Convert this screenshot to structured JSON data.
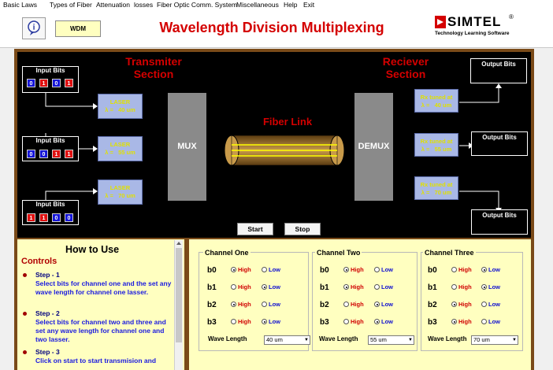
{
  "menu": [
    "Basic Laws",
    "Types of Fiber",
    "Attenuation",
    "losses",
    "Fiber Optic Comm. System",
    "Miscellaneous",
    "Help",
    "Exit"
  ],
  "header": {
    "wdm_label": "WDM",
    "title": "Wavelength Division Multiplexing",
    "logo_text": "SIMTEL",
    "logo_tagline": "Technology Learning Software",
    "logo_mark": "®"
  },
  "transmitter": {
    "section_label": "Transmiter\nSection",
    "input_title": "Input Bits",
    "channels": [
      {
        "bits": [
          "0",
          "1",
          "0",
          "1"
        ],
        "laser_label": "LASER",
        "lambda_text": "λ =   40 um"
      },
      {
        "bits": [
          "0",
          "0",
          "1",
          "1"
        ],
        "laser_label": "LASER",
        "lambda_text": "λ =   55 um"
      },
      {
        "bits": [
          "1",
          "1",
          "0",
          "0"
        ],
        "laser_label": "LASER",
        "lambda_text": "λ =   70 um"
      }
    ]
  },
  "mux_label": "MUX",
  "fiber_label": "Fiber Link",
  "demux_label": "DEMUX",
  "receiver": {
    "section_label": "Reciever\nSection",
    "output_title": "Output Bits",
    "channels": [
      {
        "rx_label": "Rx tuned at",
        "lambda_text": "λ =   40 um"
      },
      {
        "rx_label": "Rx tuned at",
        "lambda_text": "λ =   55 um"
      },
      {
        "rx_label": "Rx tuned at",
        "lambda_text": "λ =   70 um"
      }
    ]
  },
  "buttons": {
    "start": "Start",
    "stop": "Stop"
  },
  "howto": {
    "title": "How to Use",
    "controls_label": "Controls",
    "steps": [
      {
        "head": "Step - 1",
        "text": "Select bits for channel one and the set any wave length for channel one lasser."
      },
      {
        "head": "Step - 2",
        "text": "Select bits for channel two and three and set any wave length for channel one and two lasser."
      },
      {
        "head": "Step - 3",
        "text": "Click on start to start transmision and"
      }
    ]
  },
  "channel_settings": {
    "high_label": "High",
    "low_label": "Low",
    "wave_length_label": "Wave Length",
    "channels": [
      {
        "title": "Channel One",
        "bits": [
          {
            "name": "b0",
            "value": "High"
          },
          {
            "name": "b1",
            "value": "Low"
          },
          {
            "name": "b2",
            "value": "High"
          },
          {
            "name": "b3",
            "value": "Low"
          }
        ],
        "wavelength": "40 um"
      },
      {
        "title": "Channel Two",
        "bits": [
          {
            "name": "b0",
            "value": "High"
          },
          {
            "name": "b1",
            "value": "High"
          },
          {
            "name": "b2",
            "value": "Low"
          },
          {
            "name": "b3",
            "value": "Low"
          }
        ],
        "wavelength": "55 um"
      },
      {
        "title": "Channel Three",
        "bits": [
          {
            "name": "b0",
            "value": "Low"
          },
          {
            "name": "b1",
            "value": "Low"
          },
          {
            "name": "b2",
            "value": "High"
          },
          {
            "name": "b3",
            "value": "High"
          }
        ],
        "wavelength": "70 um"
      }
    ]
  },
  "colors": {
    "accent_red": "#d40000",
    "laser_fill": "#a9b8e6",
    "lambda_text": "#e0e000",
    "panel_yellow": "#ffffc0"
  }
}
